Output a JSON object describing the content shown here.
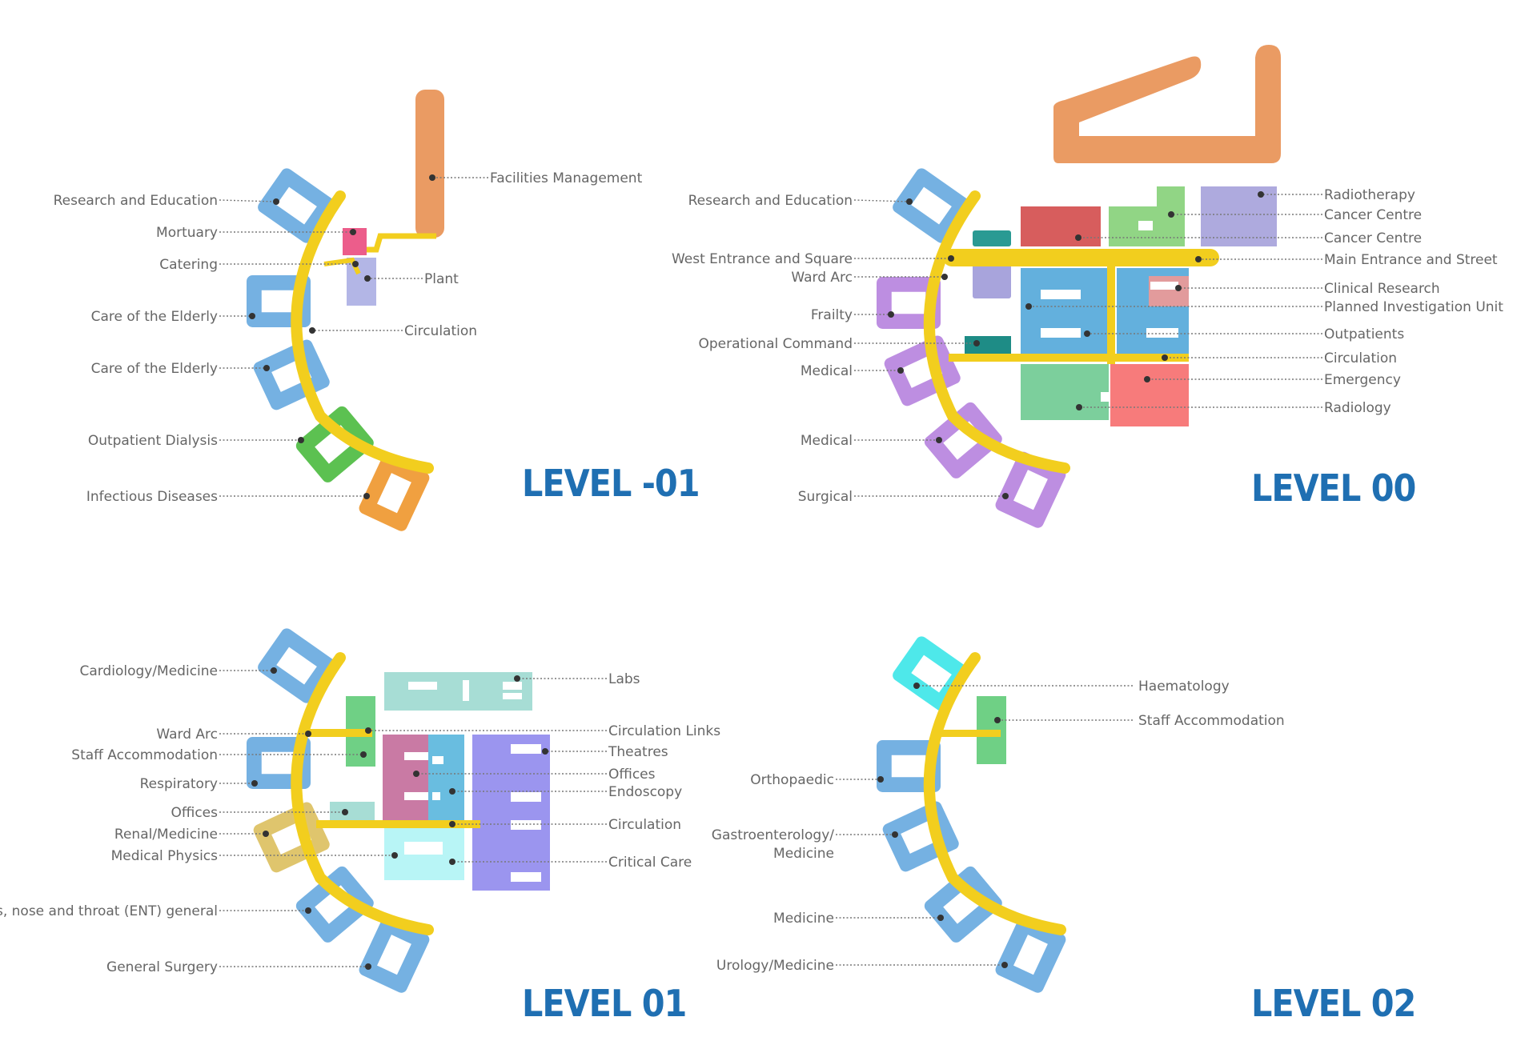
{
  "colors": {
    "circulation": "#f2ce1e",
    "title": "#1f6fb2",
    "label": "#666666",
    "leader": "#777777",
    "wing_blue": "#75b1e2",
    "orange_fm": "#ea9b63"
  },
  "levels": [
    {
      "title": "LEVEL -01",
      "labels": [
        "Research and Education",
        "Mortuary",
        "Catering",
        "Care of the Elderly",
        "Care of the Elderly",
        "Outpatient Dialysis",
        "Infectious Diseases",
        "Facilities Management",
        "Plant",
        "Circulation"
      ]
    },
    {
      "title": "LEVEL 00",
      "labels": [
        "Research and Education",
        "West Entrance and Square",
        "Ward Arc",
        "Frailty",
        "Operational Command",
        "Medical",
        "Medical",
        "Surgical",
        "Radiotherapy",
        "Cancer Centre",
        "Cancer Centre",
        "Main Entrance and Street",
        "Clinical Research",
        "Planned Investigation Unit",
        "Outpatients",
        "Circulation",
        "Emergency",
        "Radiology"
      ]
    },
    {
      "title": "LEVEL 01",
      "labels": [
        "Cardiology/Medicine",
        "Ward Arc",
        "Staff Accommodation",
        "Respiratory",
        "Offices",
        "Renal/Medicine",
        "Medical Physics",
        "Ears, nose and throat (ENT) general",
        "General Surgery",
        "Labs",
        "Circulation Links",
        "Theatres",
        "Offices",
        "Endoscopy",
        "Circulation",
        "Critical Care"
      ]
    },
    {
      "title": "LEVEL 02",
      "labels": [
        "Haematology",
        "Staff Accommodation",
        "Orthopaedic",
        "Gastroenterology/",
        "Medicine",
        "Medicine",
        "Urology/Medicine"
      ]
    }
  ]
}
